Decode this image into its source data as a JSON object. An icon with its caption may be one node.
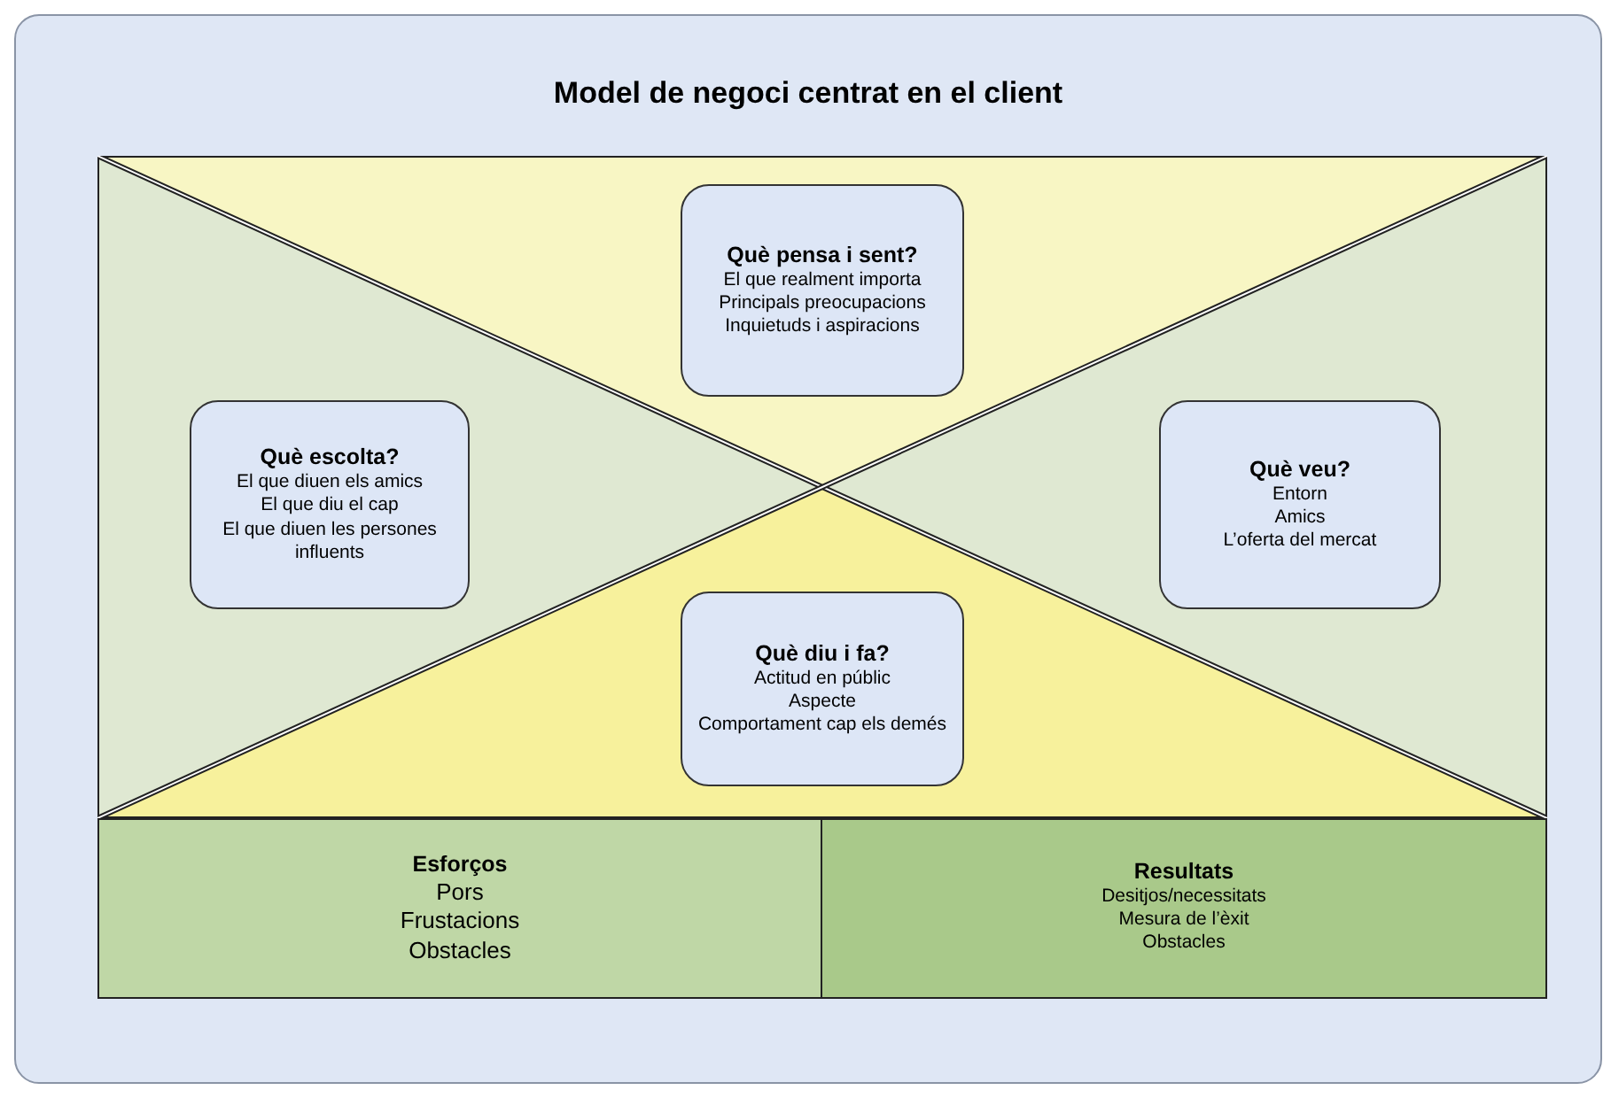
{
  "diagram": {
    "title": "Model de negoci centrat en el client",
    "nodes": [
      {
        "text": [
          "Què pensa i sent?",
          "El que realment importa",
          "Principals preocupacions",
          "Inquietuds i aspiracions"
        ]
      },
      {
        "text": [
          "Què escolta?",
          "El que diuen els amics",
          "El que diu el cap",
          "El que diuen les persones influents"
        ]
      },
      {
        "text": [
          "Què veu?",
          "Entorn",
          "Amics",
          "L’oferta del mercat"
        ]
      },
      {
        "text": [
          "Què diu i fa?",
          "Actitud en públic",
          "Aspecte",
          "Comportament cap els demés"
        ]
      },
      {
        "text": [
          "Esforços",
          "Pors",
          "Frustacions",
          "Obstacles"
        ]
      },
      {
        "text": [
          "Resultats",
          "Desitjos/necessitats",
          "Mesura de l’èxit",
          "Obstacles"
        ]
      }
    ],
    "edges": []
  }
}
